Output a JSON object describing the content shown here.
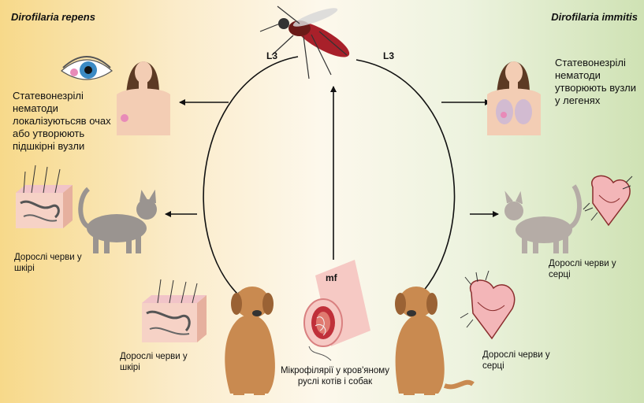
{
  "titles": {
    "left": "Dirofilaria repens",
    "right": "Dirofilaria immitis"
  },
  "stages": {
    "l3_left": "L3",
    "l3_right": "L3",
    "mf": "mf"
  },
  "captions": {
    "human_left": [
      "Статевонезрілі",
      "нематоди",
      "локалізуютьсяв очах",
      "або утворюють",
      "підшкірні вузли"
    ],
    "human_right": [
      "Статевонезрілі",
      "нематоди",
      "утворюють вузли",
      "у легенях"
    ],
    "cat_left": [
      "Дорослі черви у",
      "шкірі"
    ],
    "cat_right": [
      "Дорослі черви у",
      "серці"
    ],
    "dog_left": [
      "Дорослі черви у",
      "шкірі"
    ],
    "dog_right": [
      "Дорослі черви у",
      "серці"
    ],
    "microfilariae": [
      "Мікрофілярії у кров'яному",
      "руслі котів і собак"
    ]
  },
  "icons": [
    "mosquito-icon",
    "eye-icon",
    "heart-icon",
    "blood-vessel-icon"
  ],
  "colors": {
    "left_background": "#f7d98a",
    "right_background": "#cfe2b4",
    "arrow": "#111111"
  }
}
